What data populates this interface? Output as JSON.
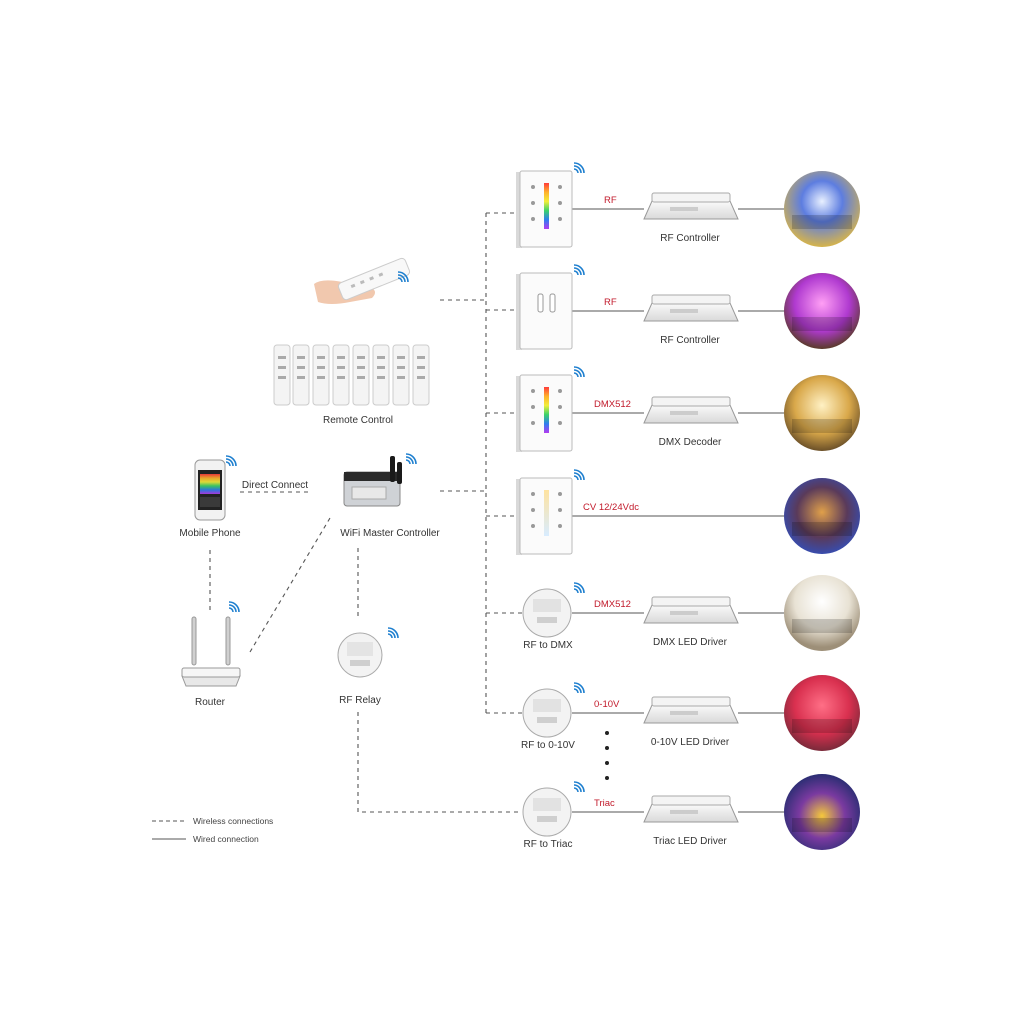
{
  "sources": {
    "remote_control": "Remote Control",
    "mobile_phone": "Mobile Phone",
    "direct_connect": "Direct Connect",
    "wifi_master": "WiFi Master Controller",
    "router": "Router",
    "rf_relay": "RF Relay"
  },
  "rows": [
    {
      "signal": "RF",
      "device": "RF Controller",
      "device_type": "wall-panel-rgb",
      "scene": "bedroom-blue"
    },
    {
      "signal": "RF",
      "device": "RF Controller",
      "device_type": "wall-panel-dimmer",
      "scene": "room-purple"
    },
    {
      "signal": "DMX512",
      "device": "DMX Decoder",
      "device_type": "wall-panel-rgb",
      "scene": "hall-gold"
    },
    {
      "signal": "CV 12/24Vdc",
      "device": "",
      "device_type": "wall-panel-cct",
      "scene": "theater"
    },
    {
      "signal": "DMX512",
      "device": "DMX LED Driver",
      "device_type": "round",
      "node_label": "RF to DMX",
      "scene": "living-white"
    },
    {
      "signal": "0-10V",
      "device": "0-10V LED Driver",
      "device_type": "round",
      "node_label": "RF to 0-10V",
      "scene": "room-red"
    },
    {
      "signal": "Triac",
      "device": "Triac LED Driver",
      "device_type": "round",
      "node_label": "RF to Triac",
      "scene": "bar"
    }
  ],
  "legend": {
    "wireless": "Wireless connections",
    "wired": "Wired connection"
  },
  "colors": {
    "signal_text": "#c21a2b",
    "wifi_icon": "#1e7fcf",
    "line": "#555555"
  }
}
